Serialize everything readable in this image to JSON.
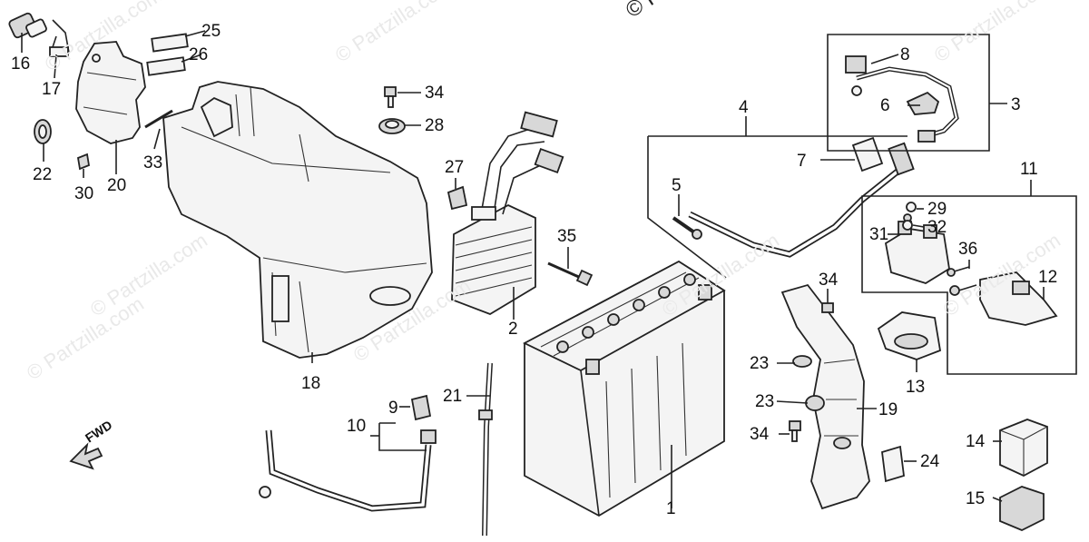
{
  "watermark": "© Partzilla.com",
  "fwd_label": "FWD",
  "callouts": {
    "c1": "1",
    "c2": "2",
    "c3": "3",
    "c4": "4",
    "c5": "5",
    "c6": "6",
    "c7": "7",
    "c8": "8",
    "c9": "9",
    "c10": "10",
    "c11": "11",
    "c12": "12",
    "c13": "13",
    "c14": "14",
    "c15": "15",
    "c16": "16",
    "c17": "17",
    "c18": "18",
    "c19": "19",
    "c20": "20",
    "c21": "21",
    "c22": "22",
    "c23a": "23",
    "c23b": "23",
    "c24": "24",
    "c25": "25",
    "c26": "26",
    "c27": "27",
    "c28": "28",
    "c29": "29",
    "c30": "30",
    "c31": "31",
    "c32": "32",
    "c33": "33",
    "c34a": "34",
    "c34b": "34",
    "c34c": "34",
    "c35": "35",
    "c36": "36"
  },
  "colors": {
    "line": "#222222",
    "watermark": "#e9e9e9"
  }
}
